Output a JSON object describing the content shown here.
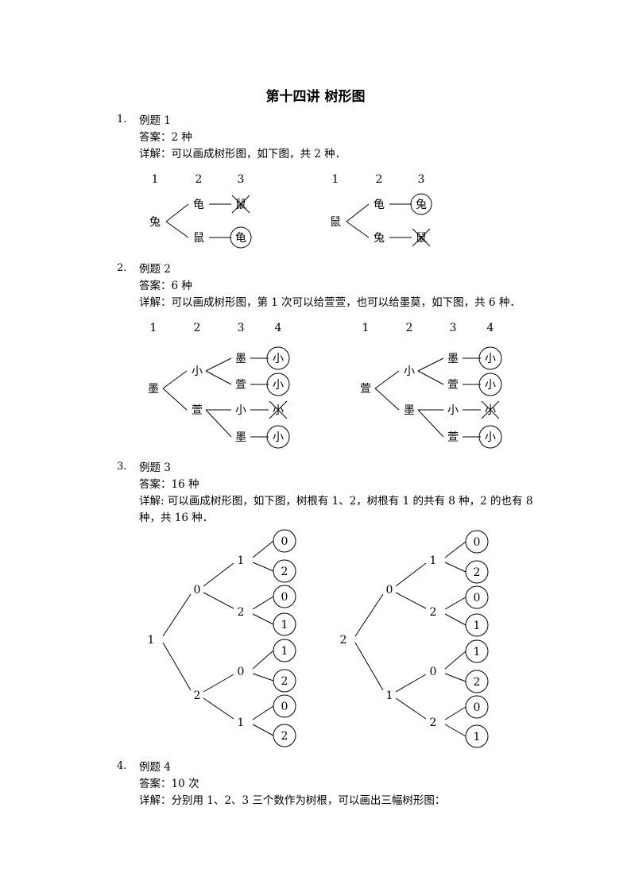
{
  "title": "第十四讲  树形图",
  "sections": [
    {
      "num": "1.",
      "heading": "例题 1",
      "answer": "答案：2 种",
      "detail": "详解：可以画成树形图，如下图，共 2 种．",
      "trees": [
        {
          "cols": [
            "1",
            "2",
            "3"
          ],
          "root": "兔",
          "branches": [
            {
              "node": "龟",
              "leaf": "鼠",
              "crossed": true
            },
            {
              "node": "鼠",
              "leaf": "龟",
              "crossed": false
            }
          ]
        },
        {
          "cols": [
            "1",
            "2",
            "3"
          ],
          "root": "鼠",
          "branches": [
            {
              "node": "龟",
              "leaf": "兔",
              "crossed": false
            },
            {
              "node": "兔",
              "leaf": "鼠",
              "crossed": true
            }
          ]
        }
      ]
    },
    {
      "num": "2.",
      "heading": "例题 2",
      "answer": "答案：6 种",
      "detail": "详解：可以画成树形图，第 1 次可以给萱萱，也可以给墨莫，如下图，共 6 种．",
      "trees": [
        {
          "cols": [
            "1",
            "2",
            "3",
            "4"
          ],
          "root": "墨",
          "branches": [
            {
              "node": "小",
              "subs": [
                {
                  "node": "墨",
                  "leaf": "小",
                  "crossed": false
                },
                {
                  "node": "萱",
                  "leaf": "小",
                  "crossed": false
                }
              ]
            },
            {
              "node": "萱",
              "subs": [
                {
                  "node": "小",
                  "leaf": "小",
                  "crossed": true
                },
                {
                  "node": "墨",
                  "leaf": "小",
                  "crossed": false
                }
              ]
            }
          ]
        },
        {
          "cols": [
            "1",
            "2",
            "3",
            "4"
          ],
          "root": "萱",
          "branches": [
            {
              "node": "小",
              "subs": [
                {
                  "node": "墨",
                  "leaf": "小",
                  "crossed": false
                },
                {
                  "node": "萱",
                  "leaf": "小",
                  "crossed": false
                }
              ]
            },
            {
              "node": "墨",
              "subs": [
                {
                  "node": "小",
                  "leaf": "小",
                  "crossed": true
                },
                {
                  "node": "萱",
                  "leaf": "小",
                  "crossed": false
                }
              ]
            }
          ]
        }
      ]
    },
    {
      "num": "3.",
      "heading": "例题 3",
      "answer": "答案：16 种",
      "detail1": "详解: 可以画成树形图，如下图，树根有 1、2，树根有 1 的共有 8 种，2 的也有 8",
      "detail2": "种，共 16 种．",
      "trees": [
        {
          "root": "1",
          "branches": [
            {
              "node": "0",
              "subs": [
                {
                  "node": "1",
                  "leaves": [
                    "0",
                    "2"
                  ]
                },
                {
                  "node": "2",
                  "leaves": [
                    "0",
                    "1"
                  ]
                }
              ]
            },
            {
              "node": "2",
              "subs": [
                {
                  "node": "0",
                  "leaves": [
                    "1",
                    "2"
                  ]
                },
                {
                  "node": "1",
                  "leaves": [
                    "0",
                    "2"
                  ]
                }
              ]
            }
          ]
        },
        {
          "root": "2",
          "branches": [
            {
              "node": "0",
              "subs": [
                {
                  "node": "1",
                  "leaves": [
                    "0",
                    "2"
                  ]
                },
                {
                  "node": "2",
                  "leaves": [
                    "0",
                    "1"
                  ]
                }
              ]
            },
            {
              "node": "1",
              "subs": [
                {
                  "node": "0",
                  "leaves": [
                    "1",
                    "2"
                  ]
                },
                {
                  "node": "2",
                  "leaves": [
                    "0",
                    "1"
                  ]
                }
              ]
            }
          ]
        }
      ]
    },
    {
      "num": "4.",
      "heading": "例题 4",
      "answer": "答案：10 次",
      "detail": "详解：分别用 1、2、3 三个数作为树根，可以画出三幅树形图："
    }
  ]
}
